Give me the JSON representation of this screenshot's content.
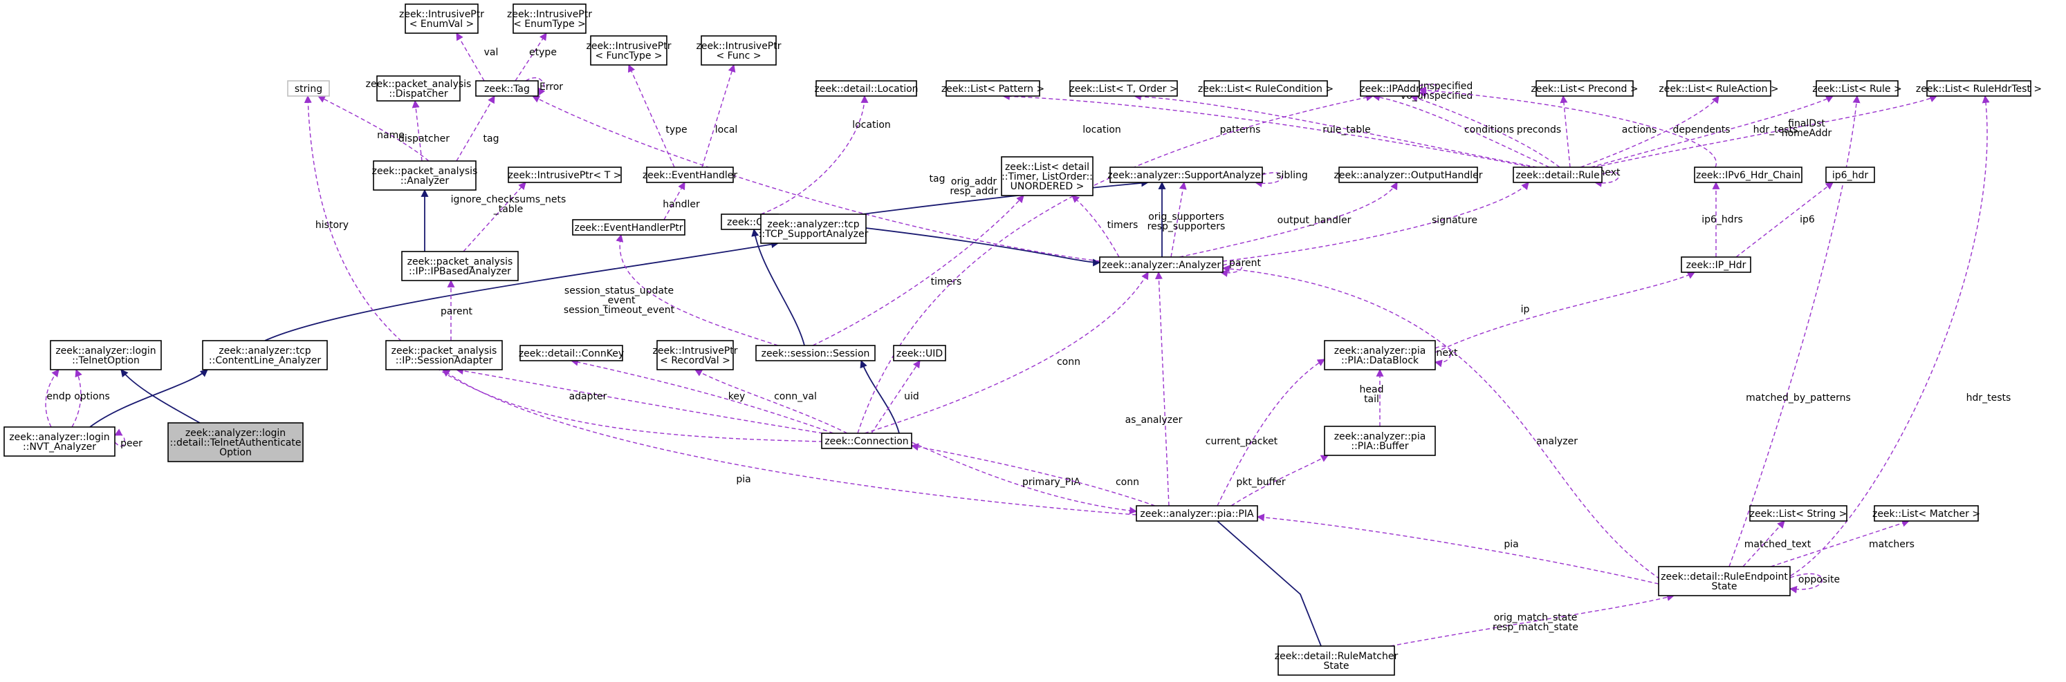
{
  "colors": {
    "inherit": "#191970",
    "use": "#9a32cd",
    "node_border": "#000000",
    "focus_fill": "#bfbfbf",
    "external_border": "#bfbfbf"
  },
  "nodes": [
    {
      "id": "n_enumval",
      "lines": [
        "zeek::IntrusivePtr",
        "< EnumVal >"
      ]
    },
    {
      "id": "n_enumtype",
      "lines": [
        "zeek::IntrusivePtr",
        "< EnumType >"
      ]
    },
    {
      "id": "n_string",
      "lines": [
        "string"
      ],
      "external": true
    },
    {
      "id": "n_dispatcher",
      "lines": [
        "zeek::packet_analysis",
        "::Dispatcher"
      ]
    },
    {
      "id": "n_tag",
      "lines": [
        "zeek::Tag"
      ]
    },
    {
      "id": "n_functype",
      "lines": [
        "zeek::IntrusivePtr",
        "< FuncType >"
      ]
    },
    {
      "id": "n_func",
      "lines": [
        "zeek::IntrusivePtr",
        "< Func >"
      ]
    },
    {
      "id": "n_location",
      "lines": [
        "zeek::detail::Location"
      ]
    },
    {
      "id": "n_listpattern",
      "lines": [
        "zeek::List< Pattern >"
      ]
    },
    {
      "id": "n_listtorder",
      "lines": [
        "zeek::List< T, Order >"
      ]
    },
    {
      "id": "n_listrulecond",
      "lines": [
        "zeek::List< RuleCondition >"
      ]
    },
    {
      "id": "n_ipaddr",
      "lines": [
        "zeek::IPAddr"
      ]
    },
    {
      "id": "n_listprecond",
      "lines": [
        "zeek::List< Precond >"
      ]
    },
    {
      "id": "n_listruleaction",
      "lines": [
        "zeek::List< RuleAction >"
      ]
    },
    {
      "id": "n_listrule",
      "lines": [
        "zeek::List< Rule >"
      ]
    },
    {
      "id": "n_listrulehdr",
      "lines": [
        "zeek::List< RuleHdrTest >"
      ]
    },
    {
      "id": "n_pkt_analyzer",
      "lines": [
        "zeek::packet_analysis",
        "::Analyzer"
      ]
    },
    {
      "id": "n_intrusive_t",
      "lines": [
        "zeek::IntrusivePtr< T >"
      ]
    },
    {
      "id": "n_eventhandler",
      "lines": [
        "zeek::EventHandler"
      ]
    },
    {
      "id": "n_timerlist",
      "lines": [
        "zeek::List< detail",
        "::Timer, ListOrder::",
        "UNORDERED >"
      ]
    },
    {
      "id": "n_supportanalyzer",
      "lines": [
        "zeek::analyzer::SupportAnalyzer"
      ]
    },
    {
      "id": "n_outputhandler",
      "lines": [
        "zeek::analyzer::OutputHandler"
      ]
    },
    {
      "id": "n_rule",
      "lines": [
        "zeek::detail::Rule"
      ]
    },
    {
      "id": "n_ipv6chain",
      "lines": [
        "zeek::IPv6_Hdr_Chain"
      ]
    },
    {
      "id": "n_ip6hdr",
      "lines": [
        "ip6_hdr"
      ]
    },
    {
      "id": "n_obj",
      "lines": [
        "zeek::Obj"
      ]
    },
    {
      "id": "n_tcp_support",
      "lines": [
        "zeek::analyzer::tcp",
        "::TCP_SupportAnalyzer"
      ]
    },
    {
      "id": "n_ipbased",
      "lines": [
        "zeek::packet_analysis",
        "::IP::IPBasedAnalyzer"
      ]
    },
    {
      "id": "n_eventhandlerptr",
      "lines": [
        "zeek::EventHandlerPtr"
      ]
    },
    {
      "id": "n_analyzer",
      "lines": [
        "zeek::analyzer::Analyzer"
      ]
    },
    {
      "id": "n_iphdr",
      "lines": [
        "zeek::IP_Hdr"
      ]
    },
    {
      "id": "n_telnetoption",
      "lines": [
        "zeek::analyzer::login",
        "::TelnetOption"
      ]
    },
    {
      "id": "n_contentline",
      "lines": [
        "zeek::analyzer::tcp",
        "::ContentLine_Analyzer"
      ]
    },
    {
      "id": "n_sessionadapter",
      "lines": [
        "zeek::packet_analysis",
        "::IP::SessionAdapter"
      ]
    },
    {
      "id": "n_connkey",
      "lines": [
        "zeek::detail::ConnKey"
      ]
    },
    {
      "id": "n_recordval",
      "lines": [
        "zeek::IntrusivePtr",
        "< RecordVal >"
      ]
    },
    {
      "id": "n_session",
      "lines": [
        "zeek::session::Session"
      ]
    },
    {
      "id": "n_uid",
      "lines": [
        "zeek::UID"
      ]
    },
    {
      "id": "n_datablock",
      "lines": [
        "zeek::analyzer::pia",
        "::PIA::DataBlock"
      ]
    },
    {
      "id": "n_nvt",
      "lines": [
        "zeek::analyzer::login",
        "::NVT_Analyzer"
      ]
    },
    {
      "id": "n_focus",
      "lines": [
        "zeek::analyzer::login",
        "::detail::TelnetAuthenticate",
        "Option"
      ],
      "focus": true
    },
    {
      "id": "n_connection",
      "lines": [
        "zeek::Connection"
      ]
    },
    {
      "id": "n_buffer",
      "lines": [
        "zeek::analyzer::pia",
        "::PIA::Buffer"
      ]
    },
    {
      "id": "n_pia",
      "lines": [
        "zeek::analyzer::pia::PIA"
      ]
    },
    {
      "id": "n_liststring",
      "lines": [
        "zeek::List< String >"
      ]
    },
    {
      "id": "n_listmatcher",
      "lines": [
        "zeek::List< Matcher >"
      ]
    },
    {
      "id": "n_ruleendpoint",
      "lines": [
        "zeek::detail::RuleEndpoint",
        "State"
      ]
    },
    {
      "id": "n_rulematcher",
      "lines": [
        "zeek::detail::RuleMatcher",
        "State"
      ]
    }
  ],
  "edges": [
    {
      "id": "e01",
      "kind": "inherit",
      "label": []
    },
    {
      "id": "e02",
      "kind": "inherit",
      "label": []
    },
    {
      "id": "e03",
      "kind": "inherit",
      "label": []
    },
    {
      "id": "e04",
      "kind": "inherit",
      "label": []
    },
    {
      "id": "e05",
      "kind": "inherit",
      "label": []
    },
    {
      "id": "e06",
      "kind": "inherit",
      "label": []
    },
    {
      "id": "e07",
      "kind": "inherit",
      "label": []
    },
    {
      "id": "e08",
      "kind": "inherit",
      "label": []
    },
    {
      "id": "e09",
      "kind": "inherit",
      "label": []
    },
    {
      "id": "e10",
      "kind": "inherit",
      "label": []
    },
    {
      "id": "e11",
      "kind": "use",
      "label": [
        "val"
      ]
    },
    {
      "id": "e12",
      "kind": "use",
      "label": [
        "etype"
      ]
    },
    {
      "id": "e13",
      "kind": "use",
      "label": [
        "Error"
      ]
    },
    {
      "id": "e14",
      "kind": "use",
      "label": [
        "name"
      ]
    },
    {
      "id": "e15",
      "kind": "use",
      "label": [
        "dispatcher"
      ]
    },
    {
      "id": "e16",
      "kind": "use",
      "label": [
        "tag"
      ]
    },
    {
      "id": "e17",
      "kind": "use",
      "label": [
        "history"
      ]
    },
    {
      "id": "e18",
      "kind": "use",
      "label": [
        "ignore_checksums_nets",
        "_table"
      ]
    },
    {
      "id": "e19",
      "kind": "use",
      "label": [
        "parent"
      ]
    },
    {
      "id": "e20",
      "kind": "use",
      "label": [
        "type"
      ]
    },
    {
      "id": "e21",
      "kind": "use",
      "label": [
        "local"
      ]
    },
    {
      "id": "e22",
      "kind": "use",
      "label": [
        "handler"
      ]
    },
    {
      "id": "e23",
      "kind": "use",
      "label": [
        "location"
      ]
    },
    {
      "id": "e24",
      "kind": "use",
      "label": [
        "session_status_update",
        "_event",
        "session_timeout_event"
      ]
    },
    {
      "id": "e25",
      "kind": "use",
      "label": [
        "timers"
      ]
    },
    {
      "id": "e26",
      "kind": "use",
      "label": [
        "timers"
      ]
    },
    {
      "id": "e27",
      "kind": "use",
      "label": [
        "tag"
      ]
    },
    {
      "id": "e28",
      "kind": "use",
      "label": [
        "orig_supporters",
        "resp_supporters"
      ]
    },
    {
      "id": "e29",
      "kind": "use",
      "label": [
        "sibling"
      ]
    },
    {
      "id": "e30",
      "kind": "use",
      "label": [
        "output_handler"
      ]
    },
    {
      "id": "e31",
      "kind": "use",
      "label": [
        "signature"
      ]
    },
    {
      "id": "e32",
      "kind": "use",
      "label": [
        "parent"
      ]
    },
    {
      "id": "e33",
      "kind": "use",
      "label": [
        "location"
      ]
    },
    {
      "id": "e34",
      "kind": "use",
      "label": [
        "patterns"
      ]
    },
    {
      "id": "e35",
      "kind": "use",
      "label": [
        "rule_table"
      ]
    },
    {
      "id": "e36",
      "kind": "use",
      "label": [
        "conditions"
      ]
    },
    {
      "id": "e37",
      "kind": "use",
      "label": [
        "preconds"
      ]
    },
    {
      "id": "e38",
      "kind": "use",
      "label": [
        "actions"
      ]
    },
    {
      "id": "e39",
      "kind": "use",
      "label": [
        "dependents"
      ]
    },
    {
      "id": "e40",
      "kind": "use",
      "label": [
        "hdr_tests"
      ]
    },
    {
      "id": "e41",
      "kind": "use",
      "label": [
        "next"
      ]
    },
    {
      "id": "e42",
      "kind": "use",
      "label": [
        "v4_unspecified",
        "v6_unspecified"
      ]
    },
    {
      "id": "e43",
      "kind": "use",
      "label": [
        "finalDst",
        "homeAddr"
      ]
    },
    {
      "id": "e44",
      "kind": "use",
      "label": [
        "orig_addr",
        "resp_addr"
      ]
    },
    {
      "id": "e45",
      "kind": "use",
      "label": [
        "ip6_hdrs"
      ]
    },
    {
      "id": "e46",
      "kind": "use",
      "label": [
        "ip6"
      ]
    },
    {
      "id": "e47",
      "kind": "use",
      "label": [
        "ip"
      ]
    },
    {
      "id": "e48",
      "kind": "use",
      "label": [
        "next"
      ]
    },
    {
      "id": "e49",
      "kind": "use",
      "label": [
        "head",
        "tail"
      ]
    },
    {
      "id": "e50",
      "kind": "use",
      "label": [
        "endp"
      ]
    },
    {
      "id": "e51",
      "kind": "use",
      "label": [
        "options"
      ]
    },
    {
      "id": "e52",
      "kind": "use",
      "label": [
        "peer"
      ]
    },
    {
      "id": "e53",
      "kind": "use",
      "label": [
        "conn"
      ]
    },
    {
      "id": "e54",
      "kind": "use",
      "label": [
        "adapter"
      ]
    },
    {
      "id": "e55",
      "kind": "use",
      "label": [
        "key"
      ]
    },
    {
      "id": "e56",
      "kind": "use",
      "label": [
        "conn_val"
      ]
    },
    {
      "id": "e57",
      "kind": "use",
      "label": [
        "uid"
      ]
    },
    {
      "id": "e58",
      "kind": "use",
      "label": [
        "pia"
      ]
    },
    {
      "id": "e59",
      "kind": "use",
      "label": [
        "primary_PIA"
      ]
    },
    {
      "id": "e60",
      "kind": "use",
      "label": [
        "conn"
      ]
    },
    {
      "id": "e61",
      "kind": "use",
      "label": [
        "as_analyzer"
      ]
    },
    {
      "id": "e62",
      "kind": "use",
      "label": [
        "current_packet"
      ]
    },
    {
      "id": "e63",
      "kind": "use",
      "label": [
        "pkt_buffer"
      ]
    },
    {
      "id": "e64",
      "kind": "use",
      "label": [
        "analyzer"
      ]
    },
    {
      "id": "e65",
      "kind": "use",
      "label": [
        "matched_by_patterns"
      ]
    },
    {
      "id": "e66",
      "kind": "use",
      "label": [
        "hdr_tests"
      ]
    },
    {
      "id": "e67",
      "kind": "use",
      "label": [
        "matched_text"
      ]
    },
    {
      "id": "e68",
      "kind": "use",
      "label": [
        "matchers"
      ]
    },
    {
      "id": "e69",
      "kind": "use",
      "label": [
        "pia"
      ]
    },
    {
      "id": "e70",
      "kind": "use",
      "label": [
        "opposite"
      ]
    },
    {
      "id": "e71",
      "kind": "use",
      "label": [
        "orig_match_state",
        "resp_match_state"
      ]
    }
  ]
}
